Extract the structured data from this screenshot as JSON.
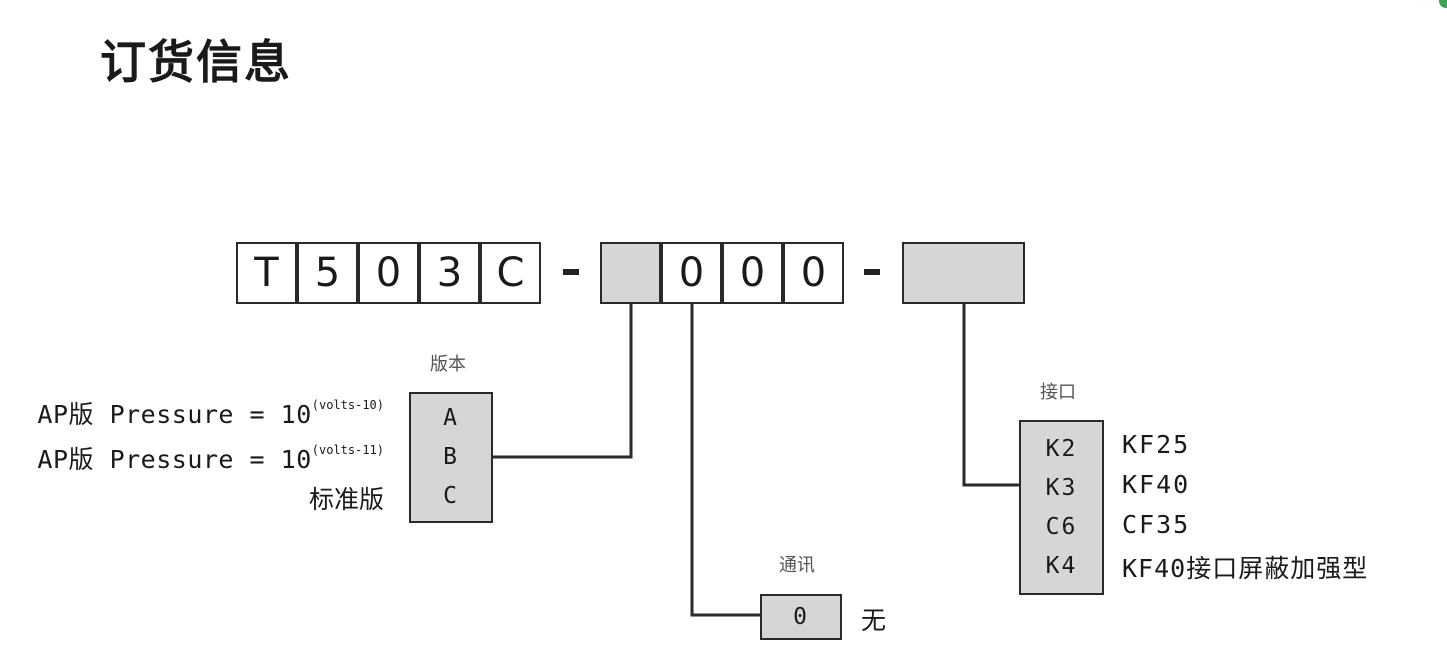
{
  "title": "订货信息",
  "code": {
    "cells_a": [
      "T",
      "5",
      "0",
      "3",
      "C"
    ],
    "dash": "-",
    "cells_b": [
      "",
      "0",
      "0",
      "0"
    ],
    "cells_c": [
      ""
    ]
  },
  "version": {
    "label": "版本",
    "codes": [
      "A",
      "B",
      "C"
    ],
    "descriptions": [
      {
        "prefix": "AP版 Pressure = 10",
        "sup": "(volts-10)"
      },
      {
        "prefix": "AP版 Pressure = 10",
        "sup": "(volts-11)"
      },
      {
        "prefix": "标准版",
        "sup": ""
      }
    ]
  },
  "comm": {
    "label": "通讯",
    "code": "0",
    "description": "无"
  },
  "interface": {
    "label": "接口",
    "codes": [
      "K2",
      "K3",
      "C6",
      "K4"
    ],
    "descriptions": [
      "KF25",
      "KF40",
      "CF35",
      "KF40接口屏蔽加强型"
    ]
  },
  "colors": {
    "box_fill": "#d6d6d6",
    "line": "#2a2a2a",
    "accent_dot": "#3aa658"
  }
}
